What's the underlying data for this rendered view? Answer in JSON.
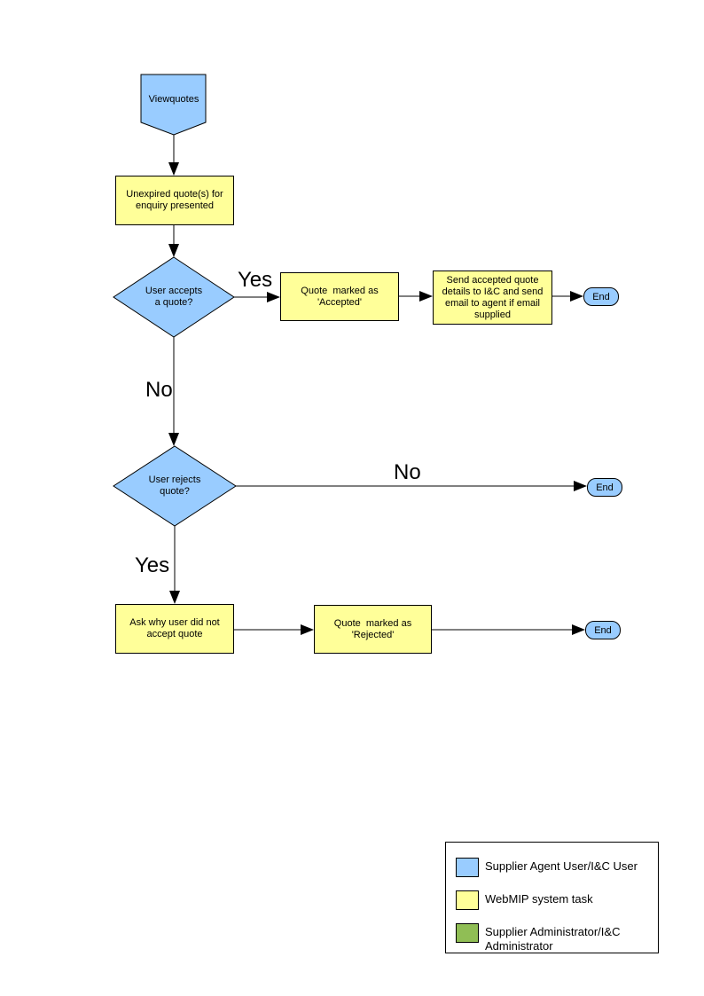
{
  "colors": {
    "user_blue": "#99CCFF",
    "system_yellow": "#FFFF99",
    "admin_green": "#90BE55",
    "outline": "#000000"
  },
  "nodes": {
    "start": {
      "lines": [
        "Viewquotes"
      ]
    },
    "present_quotes": {
      "lines": [
        "Unexpired quote(s) for",
        "enquiry presented"
      ]
    },
    "accept_decision": {
      "lines": [
        "User accepts",
        "a quote?"
      ]
    },
    "mark_accepted": {
      "lines": [
        "Quote  marked as",
        "'Accepted'"
      ]
    },
    "send_details": {
      "lines": [
        "Send accepted quote",
        "details to I&C and send",
        "email to agent if email",
        "supplied"
      ]
    },
    "end_accepted": {
      "label": "End"
    },
    "reject_decision": {
      "lines": [
        "User rejects",
        "quote?"
      ]
    },
    "end_not_rejected": {
      "label": "End"
    },
    "ask_why": {
      "lines": [
        "Ask why user did not",
        "accept quote"
      ]
    },
    "mark_rejected": {
      "lines": [
        "Quote  marked as",
        "'Rejected'"
      ]
    },
    "end_rejected": {
      "label": "End"
    }
  },
  "edge_labels": {
    "accept_yes": "Yes",
    "accept_no": "No",
    "reject_no": "No",
    "reject_yes": "Yes"
  },
  "legend": {
    "items": [
      {
        "label": "Supplier Agent User/I&C User"
      },
      {
        "label": "WebMIP system task"
      },
      {
        "label": "Supplier Administrator/I&C Administrator"
      }
    ]
  }
}
